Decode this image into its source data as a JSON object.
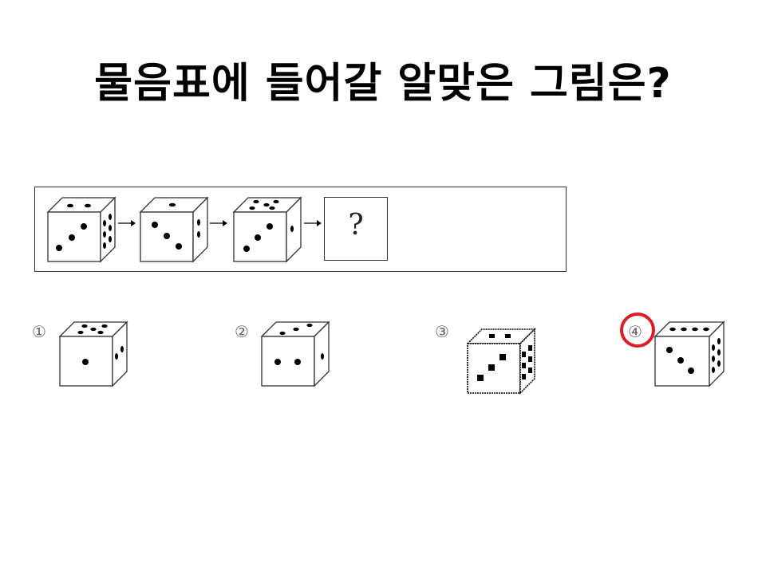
{
  "title": "물음표에 들어갈 알맞은 그림은?",
  "question_mark": "?",
  "options": [
    {
      "number": "①"
    },
    {
      "number": "②"
    },
    {
      "number": "③"
    },
    {
      "number": "④"
    }
  ],
  "answer_highlight": {
    "option": "④",
    "color": "#e01b24"
  },
  "colors": {
    "line": "#333333",
    "pip": "#000000",
    "highlight": "#e01b24"
  }
}
